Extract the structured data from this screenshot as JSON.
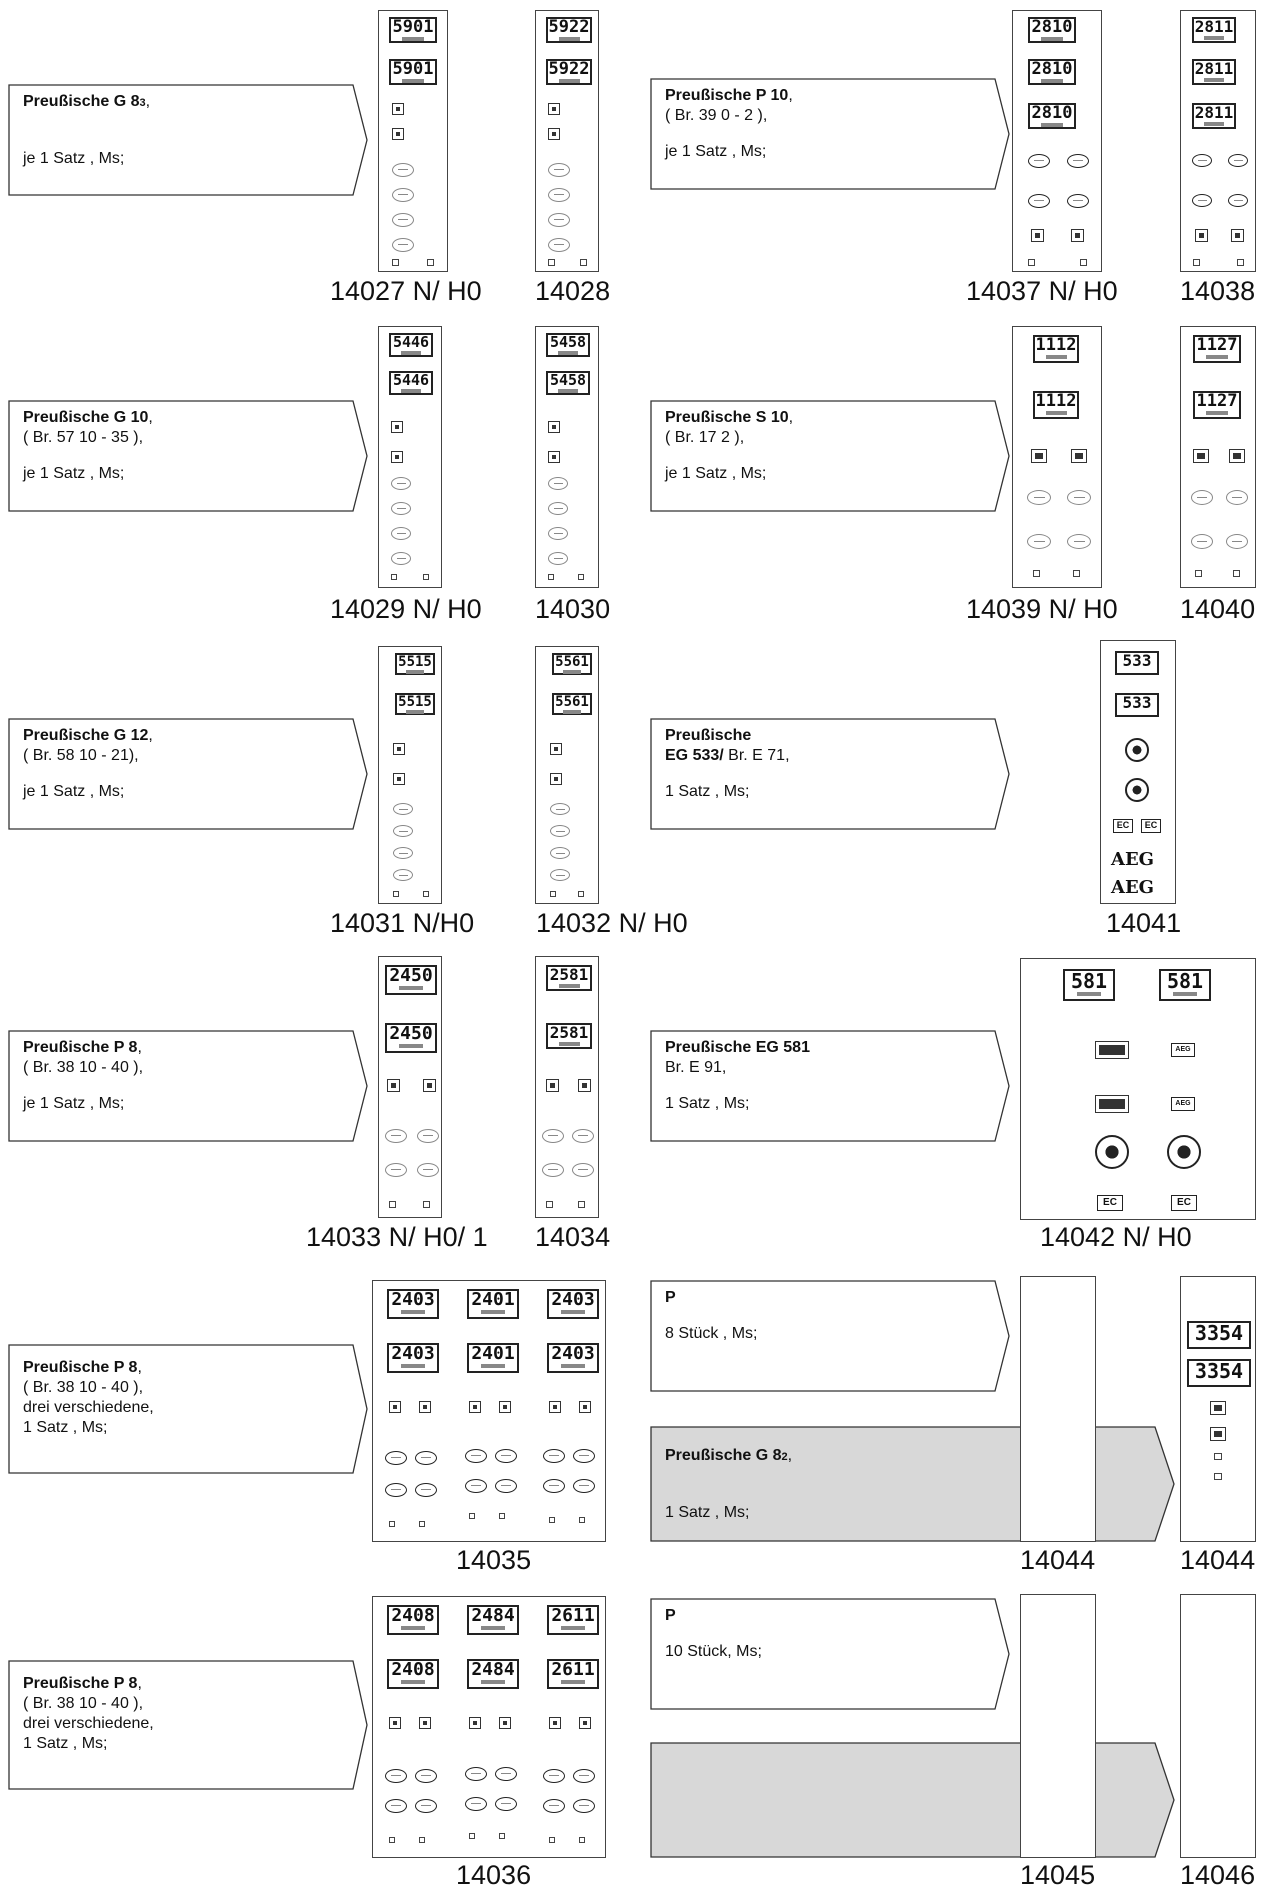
{
  "rows": [
    {
      "left": {
        "title": "Preußische G 8",
        "sub": "3",
        "trail": ",",
        "l2": "",
        "l3": "je 1 Satz , Ms;"
      },
      "right": {
        "title": "Preußische P 10",
        "sub": "",
        "trail": ",",
        "l2": "( Br. 39 0 - 2 ),",
        "l3": "je 1 Satz , Ms;"
      },
      "sheets": [
        {
          "num": "5901",
          "label": "14027 N/ H0"
        },
        {
          "num": "5922",
          "label": "14028"
        },
        {
          "num": "2810",
          "label": "14037 N/ H0"
        },
        {
          "num": "2811",
          "label": "14038"
        }
      ]
    },
    {
      "left": {
        "title": "Preußische G 10",
        "sub": "",
        "trail": ",",
        "l2": "( Br. 57 10 - 35 ),",
        "l3": "je 1 Satz , Ms;"
      },
      "right": {
        "title": "Preußische S 10",
        "sub": "",
        "trail": ",",
        "l2": "( Br. 17 2 ),",
        "l3": "je 1 Satz , Ms;"
      },
      "sheets": [
        {
          "num": "5446",
          "label": "14029 N/ H0"
        },
        {
          "num": "5458",
          "label": "14030"
        },
        {
          "num": "1112",
          "label": "14039 N/ H0"
        },
        {
          "num": "1127",
          "label": "14040"
        }
      ]
    },
    {
      "left": {
        "title": "Preußische G 12",
        "sub": "",
        "trail": ",",
        "l2": "( Br. 58 10 - 21),",
        "l3": "je 1 Satz , Ms;"
      },
      "right": {
        "title": "Preußische",
        "sub": "",
        "trail": "",
        "l2b": "EG 533/",
        "l2": " Br. E 71,",
        "l3": "1 Satz , Ms;"
      },
      "sheets": [
        {
          "num": "5515",
          "label": "14031 N/H0"
        },
        {
          "num": "5561",
          "label": "14032 N/ H0"
        },
        {
          "num": "533",
          "label": "14041",
          "aeg": "AEG",
          "ec": "EC"
        }
      ]
    },
    {
      "left": {
        "title": "Preußische P 8",
        "sub": "",
        "trail": ",",
        "l2": "( Br. 38 10 - 40 ),",
        "l3": "je 1 Satz , Ms;"
      },
      "right": {
        "title": "Preußische EG 581",
        "sub": "",
        "trail": "",
        "l2": "Br. E 91,",
        "l3": "1 Satz , Ms;"
      },
      "sheets": [
        {
          "num": "2450",
          "label": "14033 N/ H0/ 1"
        },
        {
          "num": "2581",
          "label": "14034"
        },
        {
          "num": "581",
          "label": "14042 N/ H0",
          "ec": "EC",
          "aeg": "AEG"
        }
      ]
    },
    {
      "left": {
        "title": "Preußische P 8",
        "sub": "",
        "trail": ",",
        "l2": "( Br. 38 10 - 40 ),",
        "l3": "drei verschiedene,",
        "l4": "1 Satz , Ms;"
      },
      "rightTop": {
        "title": "P",
        "l2": "8 Stück , Ms;"
      },
      "rightBottom": {
        "title": "Preußische G 8",
        "sub": "2",
        "trail": ",",
        "l3": "1 Satz , Ms;"
      },
      "sheets": [
        {
          "nums": [
            "2403",
            "2401",
            "2403"
          ],
          "label": "14035"
        },
        {
          "label": "14044"
        },
        {
          "num": "3354",
          "label": "14044"
        }
      ]
    },
    {
      "left": {
        "title": "Preußische P 8",
        "sub": "",
        "trail": ",",
        "l2": "( Br. 38 10 - 40 ),",
        "l3": "drei verschiedene,",
        "l4": "1 Satz , Ms;"
      },
      "rightTop": {
        "title": "P",
        "l2": "10 Stück, Ms;"
      },
      "sheets": [
        {
          "nums": [
            "2408",
            "2484",
            "2611"
          ],
          "label": "14036"
        },
        {
          "label": "14045"
        },
        {
          "label": "14046"
        }
      ]
    }
  ]
}
